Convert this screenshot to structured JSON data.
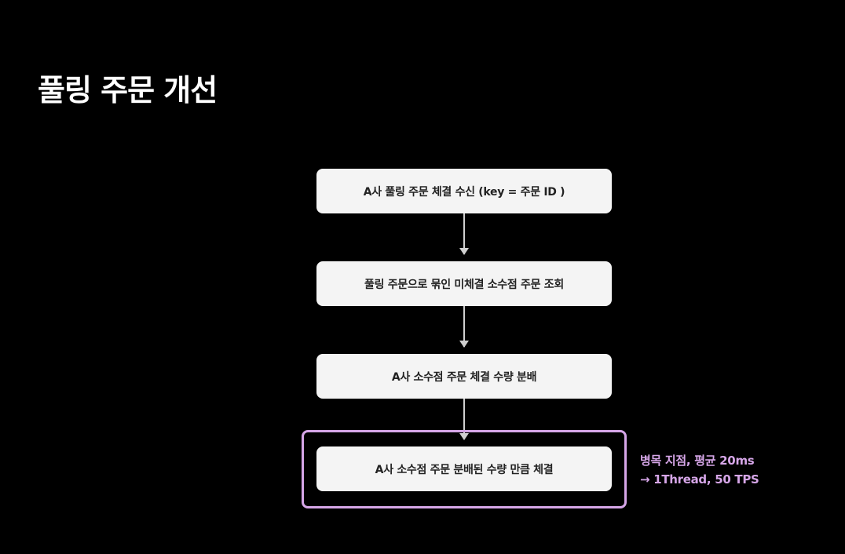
{
  "slide": {
    "title": "풀링 주문 개선",
    "steps": [
      "A사 풀링 주문 체결 수신 (key = 주문 ID )",
      "풀링 주문으로 묶인 미체결 소수점 주문 조회",
      "A사 소수점 주문 체결 수량 분배",
      "A사 소수점 주문 분배된 수량 만큼 체결"
    ],
    "bottleneck_note": {
      "line1": "병목 지점, 평균 20ms",
      "line2": "→ 1Thread, 50 TPS"
    },
    "highlight_color": "#d6a6e8"
  }
}
